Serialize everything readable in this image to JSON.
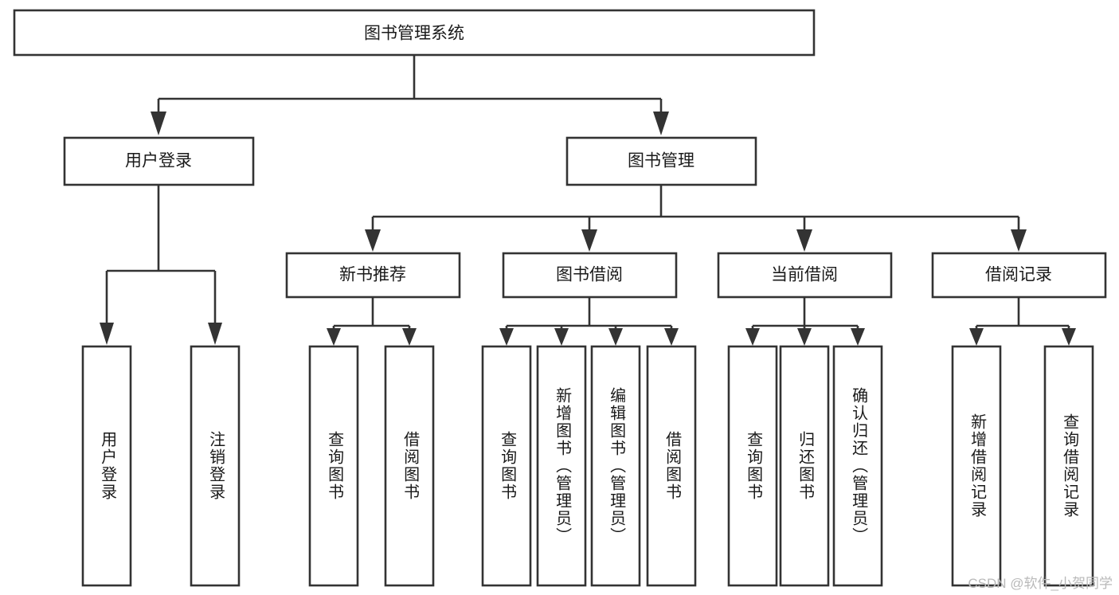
{
  "diagram": {
    "title": "图书管理系统",
    "type": "hierarchy-tree",
    "watermark": "CSDN @软件_小贺同学",
    "colors": {
      "background": "#ffffff",
      "box_fill": "#ffffff",
      "box_stroke": "#333333",
      "text": "#1a1a1a",
      "watermark": "#b9b9b9"
    },
    "levels": [
      {
        "level": 1,
        "nodes": [
          {
            "id": "root",
            "label": "图书管理系统",
            "orientation": "horizontal"
          }
        ]
      },
      {
        "level": 2,
        "nodes": [
          {
            "id": "user-login",
            "label": "用户登录",
            "orientation": "horizontal",
            "parent": "root"
          },
          {
            "id": "book-manage",
            "label": "图书管理",
            "orientation": "horizontal",
            "parent": "root"
          }
        ]
      },
      {
        "level": 3,
        "nodes": [
          {
            "id": "new-book-rec",
            "label": "新书推荐",
            "orientation": "horizontal",
            "parent": "book-manage"
          },
          {
            "id": "book-borrow",
            "label": "图书借阅",
            "orientation": "horizontal",
            "parent": "book-manage"
          },
          {
            "id": "current-borrow",
            "label": "当前借阅",
            "orientation": "horizontal",
            "parent": "book-manage"
          },
          {
            "id": "borrow-record",
            "label": "借阅记录",
            "orientation": "horizontal",
            "parent": "book-manage"
          }
        ]
      },
      {
        "level": 4,
        "nodes": [
          {
            "id": "leaf-user-login",
            "label": "用户登录",
            "orientation": "vertical",
            "parent": "user-login"
          },
          {
            "id": "leaf-logout",
            "label": "注销登录",
            "orientation": "vertical",
            "parent": "user-login"
          },
          {
            "id": "leaf-query-book-1",
            "label": "查询图书",
            "orientation": "vertical",
            "parent": "new-book-rec"
          },
          {
            "id": "leaf-borrow-book-1",
            "label": "借阅图书",
            "orientation": "vertical",
            "parent": "new-book-rec"
          },
          {
            "id": "leaf-query-book-2",
            "label": "查询图书",
            "orientation": "vertical",
            "parent": "book-borrow"
          },
          {
            "id": "leaf-add-book",
            "label": "新增图书（管理员）",
            "orientation": "vertical",
            "parent": "book-borrow"
          },
          {
            "id": "leaf-edit-book",
            "label": "编辑图书（管理员）",
            "orientation": "vertical",
            "parent": "book-borrow"
          },
          {
            "id": "leaf-borrow-book-2",
            "label": "借阅图书",
            "orientation": "vertical",
            "parent": "book-borrow"
          },
          {
            "id": "leaf-query-book-3",
            "label": "查询图书",
            "orientation": "vertical",
            "parent": "current-borrow"
          },
          {
            "id": "leaf-return-book",
            "label": "归还图书",
            "orientation": "vertical",
            "parent": "current-borrow"
          },
          {
            "id": "leaf-confirm-return",
            "label": "确认归还（管理员）",
            "orientation": "vertical",
            "parent": "current-borrow"
          },
          {
            "id": "leaf-add-record",
            "label": "新增借阅记录",
            "orientation": "vertical",
            "parent": "borrow-record"
          },
          {
            "id": "leaf-query-record",
            "label": "查询借阅记录",
            "orientation": "vertical",
            "parent": "borrow-record"
          }
        ]
      }
    ]
  }
}
